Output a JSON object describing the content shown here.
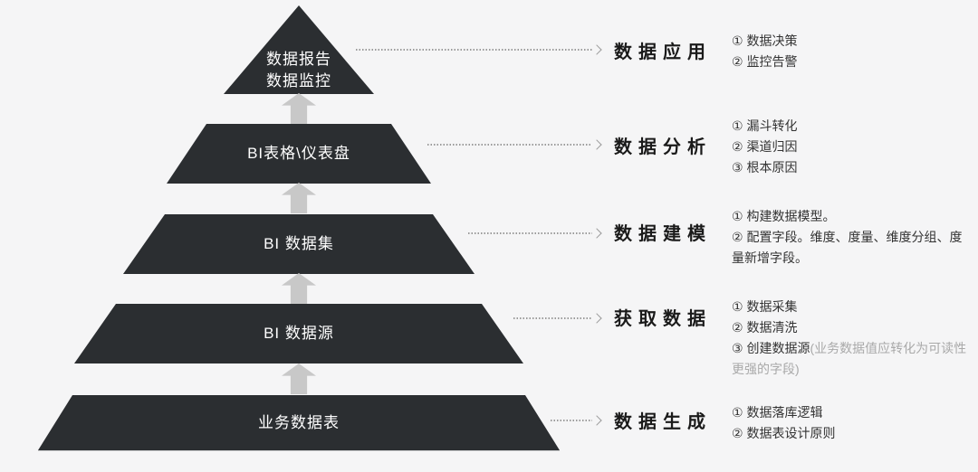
{
  "colors": {
    "background": "#f5f5f6",
    "pyramid": "#2b2e31",
    "pyramid_text": "#ffffff",
    "up_arrow": "#c8c8c8",
    "dotted_line": "#9b9b9b",
    "heading_text": "#1a1a1a",
    "item_text": "#333333",
    "note_text": "#a9a9a9"
  },
  "pyramid": {
    "levels": [
      {
        "label": "数据报告\n数据监控"
      },
      {
        "label": "BI表格\\仪表盘"
      },
      {
        "label": "BI 数据集"
      },
      {
        "label": "BI 数据源"
      },
      {
        "label": "业务数据表"
      }
    ]
  },
  "annotations": [
    {
      "heading": "数据应用",
      "items": [
        {
          "text": "① 数据决策"
        },
        {
          "text": "② 监控告警"
        }
      ]
    },
    {
      "heading": "数据分析",
      "items": [
        {
          "text": "① 漏斗转化"
        },
        {
          "text": "② 渠道归因"
        },
        {
          "text": "③ 根本原因"
        }
      ]
    },
    {
      "heading": "数据建模",
      "items": [
        {
          "text": "① 构建数据模型。"
        },
        {
          "text": "② 配置字段。维度、度量、维度分组、度量新增字段。"
        }
      ]
    },
    {
      "heading": "获取数据",
      "items": [
        {
          "text": "① 数据采集"
        },
        {
          "text": "② 数据清洗"
        },
        {
          "text": "③ 创建数据源",
          "note": "(业务数据值应转化为可读性更强的字段)"
        }
      ]
    },
    {
      "heading": "数据生成",
      "items": [
        {
          "text": "① 数据落库逻辑"
        },
        {
          "text": "② 数据表设计原则"
        }
      ]
    }
  ]
}
